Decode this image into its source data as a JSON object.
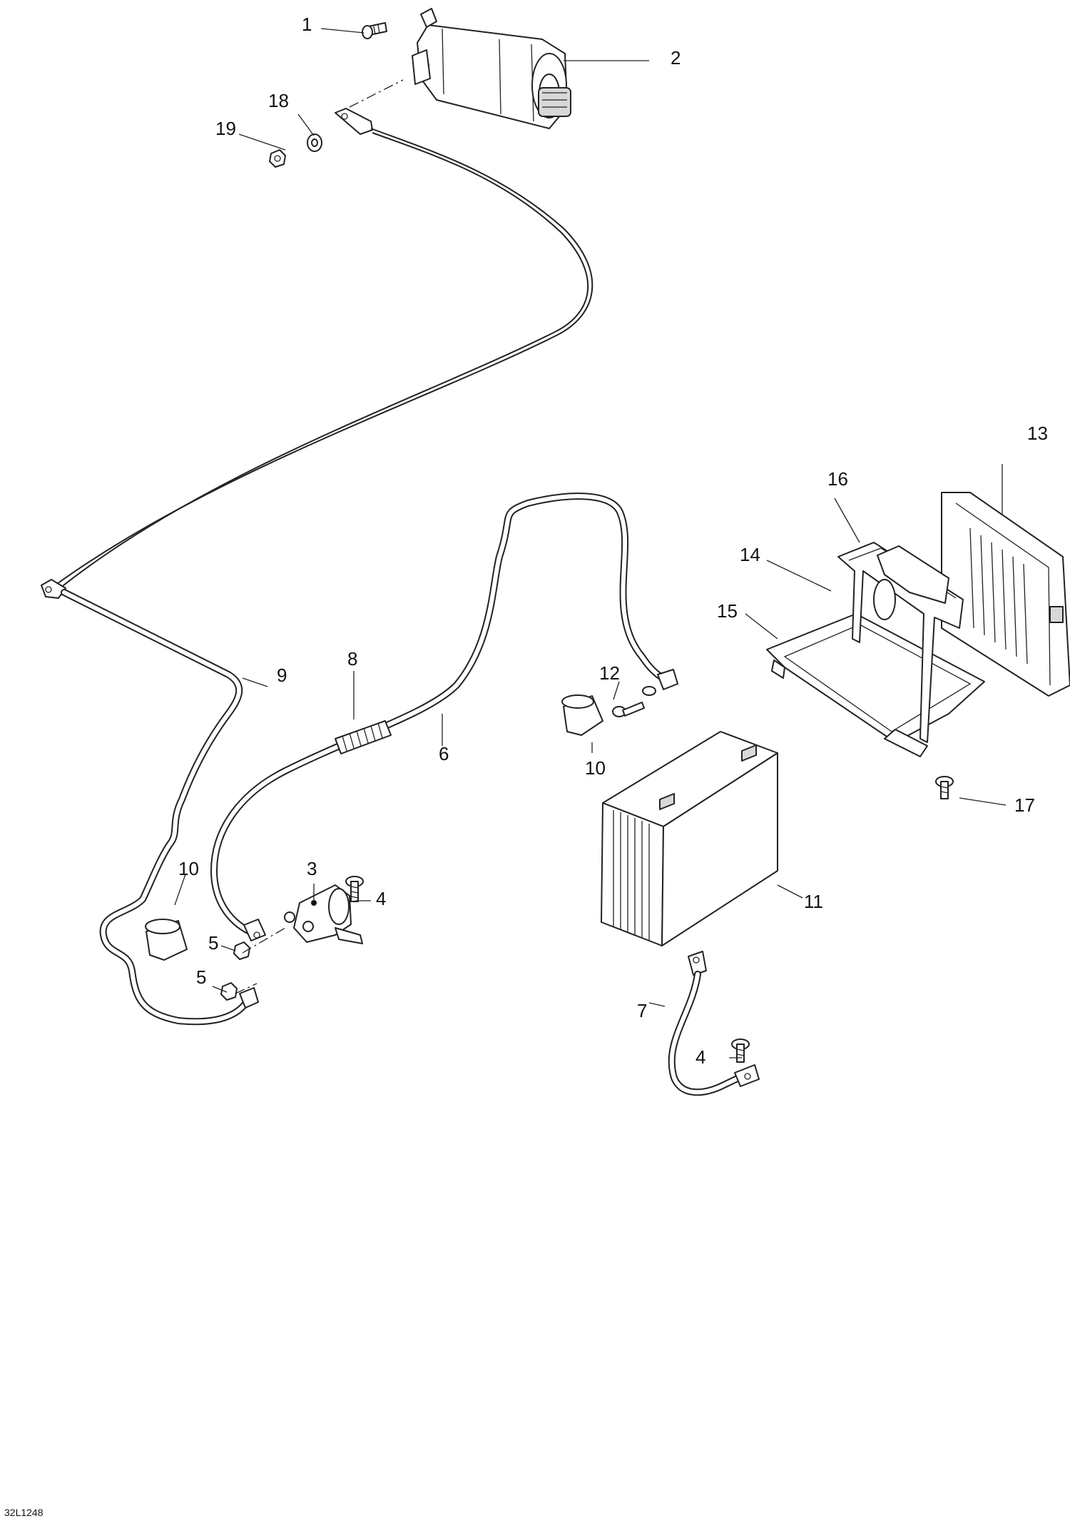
{
  "drawing_code": "32L1248",
  "callouts": [
    {
      "id": "c1",
      "label": "1"
    },
    {
      "id": "c2",
      "label": "2"
    },
    {
      "id": "c3",
      "label": "3"
    },
    {
      "id": "c4a",
      "label": "4"
    },
    {
      "id": "c4b",
      "label": "4"
    },
    {
      "id": "c5a",
      "label": "5"
    },
    {
      "id": "c5b",
      "label": "5"
    },
    {
      "id": "c6",
      "label": "6"
    },
    {
      "id": "c7",
      "label": "7"
    },
    {
      "id": "c8",
      "label": "8"
    },
    {
      "id": "c9",
      "label": "9"
    },
    {
      "id": "c10a",
      "label": "10"
    },
    {
      "id": "c10b",
      "label": "10"
    },
    {
      "id": "c11",
      "label": "11"
    },
    {
      "id": "c12",
      "label": "12"
    },
    {
      "id": "c13",
      "label": "13"
    },
    {
      "id": "c14",
      "label": "14"
    },
    {
      "id": "c15",
      "label": "15"
    },
    {
      "id": "c16",
      "label": "16"
    },
    {
      "id": "c17",
      "label": "17"
    },
    {
      "id": "c18",
      "label": "18"
    },
    {
      "id": "c19",
      "label": "19"
    }
  ]
}
